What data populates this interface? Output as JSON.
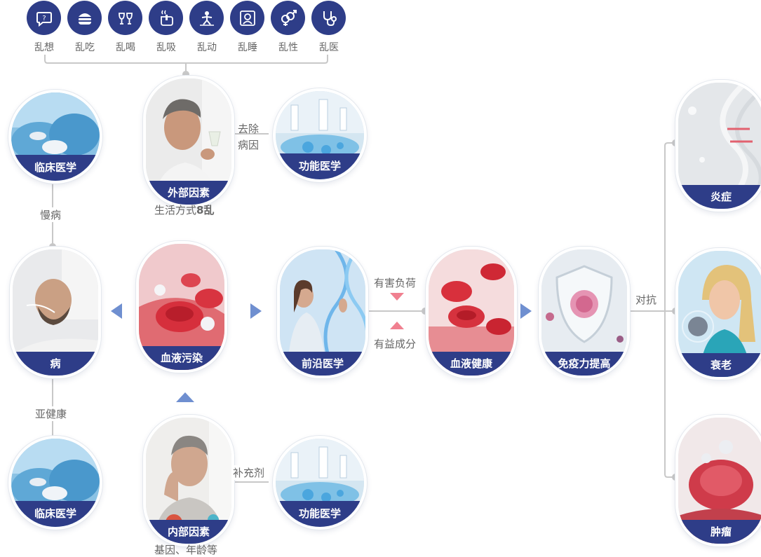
{
  "lifestyle_icons": [
    {
      "label": "乱想",
      "icon": "thought-bubble-icon"
    },
    {
      "label": "乱吃",
      "icon": "burger-icon"
    },
    {
      "label": "乱喝",
      "icon": "wine-glasses-icon"
    },
    {
      "label": "乱吸",
      "icon": "smoking-icon"
    },
    {
      "label": "乱动",
      "icon": "exercise-icon"
    },
    {
      "label": "乱睡",
      "icon": "sleep-icon"
    },
    {
      "label": "乱性",
      "icon": "gender-icon"
    },
    {
      "label": "乱医",
      "icon": "stethoscope-icon"
    }
  ],
  "nodes": {
    "clinical_top": "临床医学",
    "external": "外部因素",
    "functional_top": "功能医学",
    "disease": "病",
    "blood_pollution": "血液污染",
    "frontier": "前沿医学",
    "blood_health": "血液健康",
    "immunity": "免疫力提高",
    "clinical_bottom": "临床医学",
    "internal": "内部因素",
    "functional_bottom": "功能医学",
    "inflammation": "炎症",
    "aging": "衰老",
    "tumor": "肿瘤"
  },
  "captions": {
    "external_sub": "生活方式",
    "external_sub_bold": "8乱",
    "internal_sub": "基因、年龄等"
  },
  "connectors": {
    "remove_cause": "去除\n病因",
    "chronic": "慢病",
    "subhealth": "亚健康",
    "supplement": "补充剂",
    "harmful": "有害负荷",
    "beneficial": "有益成分",
    "against": "对抗"
  },
  "colors": {
    "navy": "#2e3d88",
    "arrow_blue": "#6f8fd0",
    "red_arrow": "#f08090",
    "line": "#c8c8c8"
  }
}
